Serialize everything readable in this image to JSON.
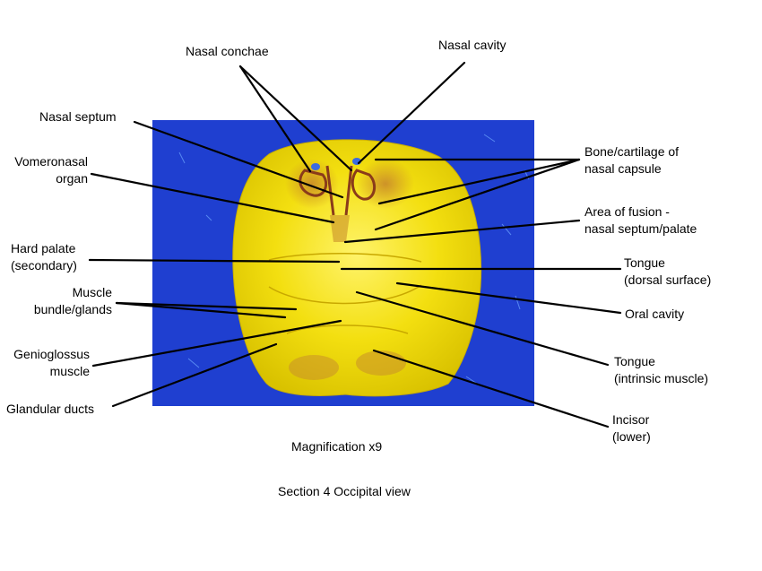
{
  "labels": {
    "nasal_conchae": "Nasal conchae",
    "nasal_cavity": "Nasal cavity",
    "nasal_septum": "Nasal septum",
    "vomeronasal_organ": [
      "Vomeronasal",
      "organ"
    ],
    "hard_palate": [
      "Hard palate",
      "(secondary)"
    ],
    "muscle_bundle_glands": [
      "Muscle",
      "bundle/glands"
    ],
    "genioglossus_muscle": [
      "Genioglossus",
      "muscle"
    ],
    "glandular_ducts": "Glandular ducts",
    "bone_cartilage": [
      "Bone/cartilage of",
      "nasal capsule"
    ],
    "area_of_fusion": [
      "Area of fusion -",
      "nasal septum/palate"
    ],
    "tongue_dorsal": [
      "Tongue",
      "(dorsal surface)"
    ],
    "oral_cavity": "Oral cavity",
    "tongue_intrinsic": [
      "Tongue",
      "(intrinsic muscle)"
    ],
    "incisor_lower": [
      "Incisor",
      "(lower)"
    ]
  },
  "captions": {
    "magnification": "Magnification x9",
    "section": "Section 4 Occipital view"
  },
  "colors": {
    "background_blue": "#1f3fd0",
    "specimen_yellow": "#f1e000",
    "tissue_brown": "#8a3b1a",
    "leader_line": "#000000"
  }
}
